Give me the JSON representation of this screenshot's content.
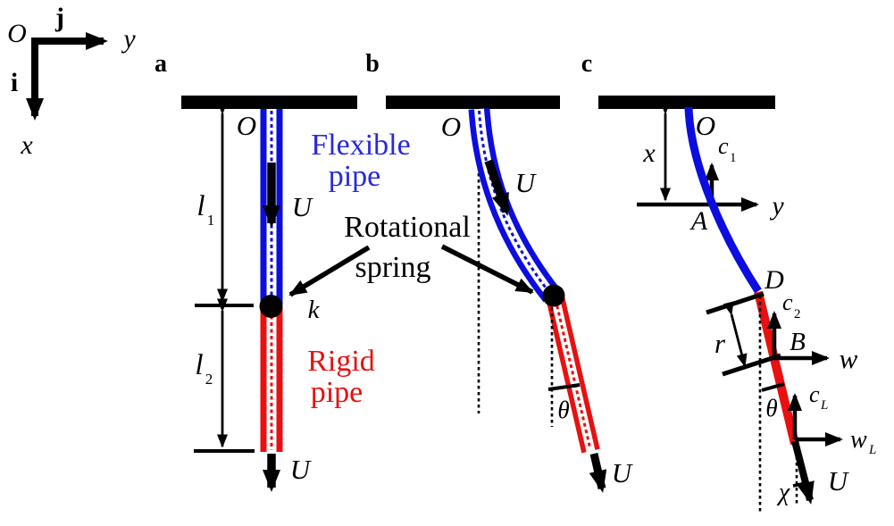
{
  "colors": {
    "pipe_blue": "#0d0de0",
    "pipe_red": "#e81010",
    "label_blue": "#2828e0",
    "label_red": "#e81010",
    "black": "#000000"
  },
  "coordinate_frame": {
    "origin": "O",
    "unit_i": "i",
    "unit_j": "j",
    "axis_x": "x",
    "axis_y": "y"
  },
  "panel_a": {
    "label": "a",
    "origin": "O",
    "flow_top": "U",
    "flow_bottom": "U",
    "length1": {
      "base": "l",
      "sub": "1"
    },
    "length2": {
      "base": "l",
      "sub": "2"
    },
    "spring_stiffness": "k",
    "flexible_pipe": {
      "line1": "Flexible",
      "line2": "pipe"
    },
    "rigid_pipe": {
      "line1": "Rigid",
      "line2": "pipe"
    }
  },
  "annotation": {
    "rotational_spring": {
      "line1": "Rotational",
      "line2": "spring"
    }
  },
  "panel_b": {
    "label": "b",
    "origin": "O",
    "flow": "U",
    "flow_bottom": "U",
    "angle_theta": "θ"
  },
  "panel_c": {
    "label": "c",
    "origin": "O",
    "depth_x": "x",
    "axis_y": "y",
    "point_A": "A",
    "frame_c1": {
      "base": "c",
      "sub": "1"
    },
    "point_D": "D",
    "frame_c2": {
      "base": "c",
      "sub": "2"
    },
    "point_B": "B",
    "deflection_w": "w",
    "offset_r": "r",
    "angle_theta": "θ",
    "frame_cL": {
      "base": "c",
      "sub": "L"
    },
    "deflection_wL": {
      "base": "w",
      "sub": "L"
    },
    "angle_chi": "χ",
    "flow": "U"
  }
}
